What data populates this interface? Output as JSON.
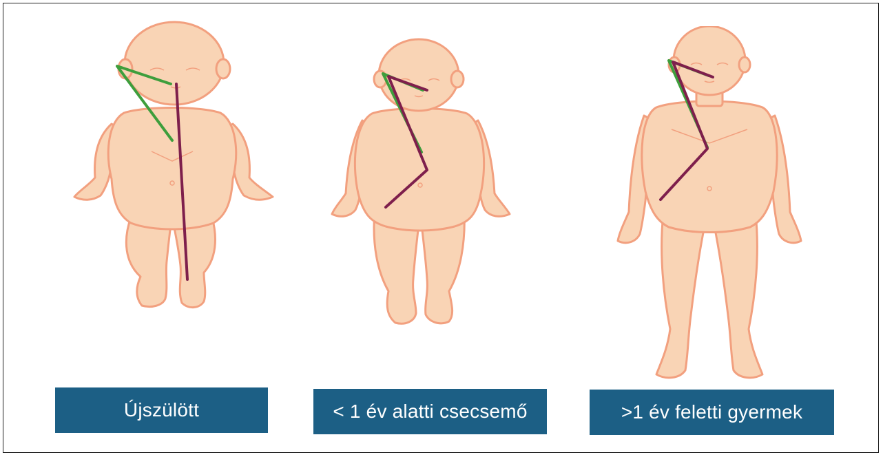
{
  "labels": {
    "newborn": "Újszülött",
    "infant": "< 1 év alatti csecsemő",
    "child": ">1 év feletti gyermek"
  },
  "colors": {
    "skin": "#f9d4b5",
    "outline": "#f2a07f",
    "green_line": "#3e9e3c",
    "purple_line": "#7e1f4c",
    "label_bg": "#1c5f85",
    "label_text": "#ffffff"
  }
}
